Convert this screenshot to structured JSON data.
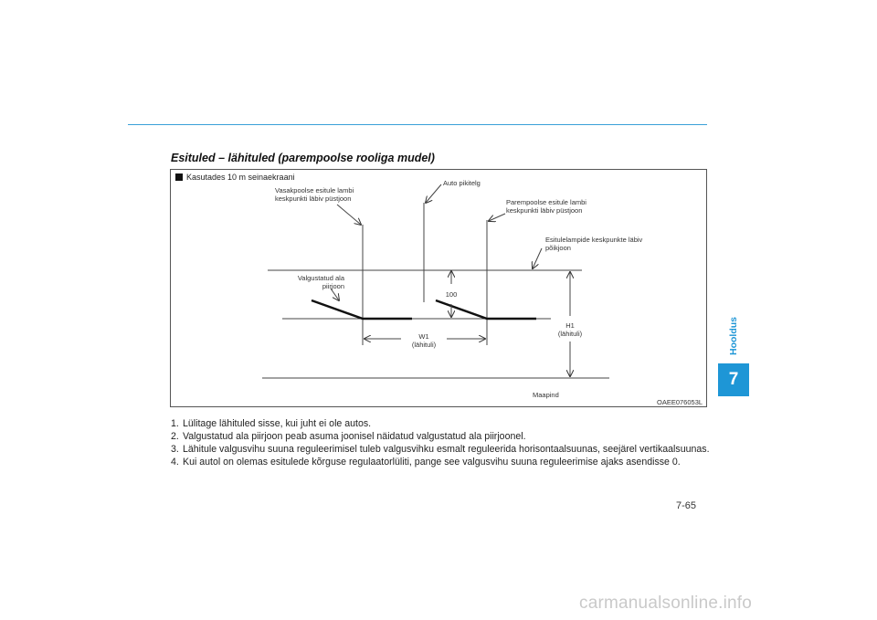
{
  "section": {
    "title": "Esituled – lähituled (parempoolse rooliga mudel)"
  },
  "figure": {
    "caption": "Kasutades 10 m seinaekraani",
    "labels": {
      "left_vertical": "Vasakpoolse esitule lambi keskpunkti läbiv püstjoon",
      "car_axis": "Auto pikitelg",
      "right_vertical": "Parempoolse esitule lambi keskpunkti läbiv püstjoon",
      "horizontal_center": "Esitulelampide keskpunkte läbiv põikjoon",
      "cutoff_line": "Valgustatud ala piirjoon",
      "offset": "100",
      "w1_name": "W1",
      "w1_sub": "(lähituli)",
      "h1_name": "H1",
      "h1_sub": "(lähituli)",
      "ground": "Maapind"
    },
    "code": "OAEE076053L"
  },
  "steps": [
    {
      "num": "1.",
      "text": "Lülitage lähituled sisse, kui juht ei ole autos."
    },
    {
      "num": "2.",
      "text": "Valgustatud ala piirjoon peab asuma joonisel näidatud valgustatud ala piirjoonel."
    },
    {
      "num": "3.",
      "text": "Lähitule valgusvihu suuna reguleerimisel tuleb valgusvihku esmalt reguleerida horisontaalsuunas, seejärel vertikaalsuunas."
    },
    {
      "num": "4.",
      "text": "Kui autol on olemas esitulede kõrguse regulaatorlüliti, pange see valgusvihu suuna reguleerimise ajaks asendisse 0."
    }
  ],
  "side_tab": {
    "label": "Hooldus",
    "number": "7"
  },
  "footer": {
    "page_number": "7-65",
    "watermark": "carmanualsonline.info"
  },
  "colors": {
    "accent": "#1e96d6"
  }
}
